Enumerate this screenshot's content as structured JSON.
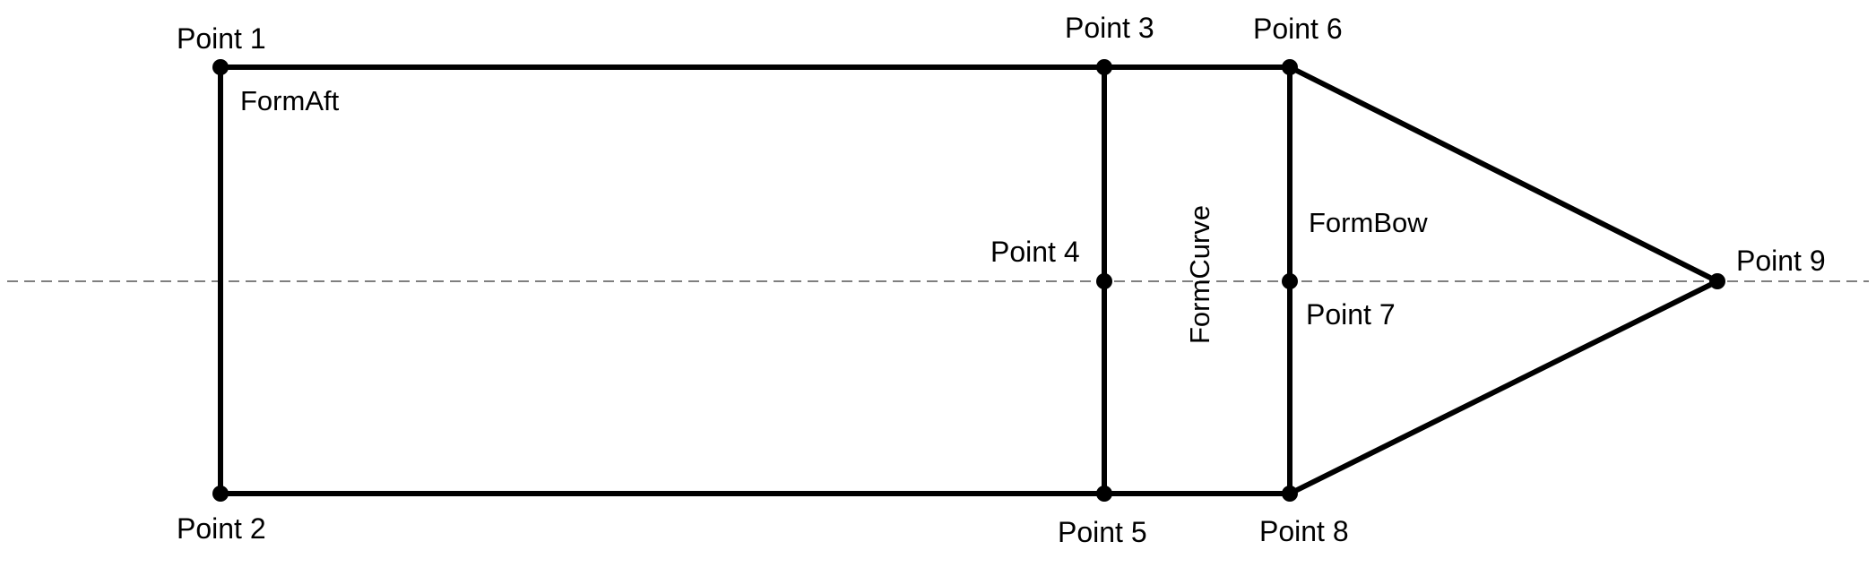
{
  "diagram": {
    "colors": {
      "line": "#000000",
      "centerline": "#555555",
      "background": "#ffffff"
    },
    "points": [
      {
        "id": "p1",
        "label": "Point 1"
      },
      {
        "id": "p2",
        "label": "Point 2"
      },
      {
        "id": "p3",
        "label": "Point 3"
      },
      {
        "id": "p4",
        "label": "Point 4"
      },
      {
        "id": "p5",
        "label": "Point 5"
      },
      {
        "id": "p6",
        "label": "Point 6"
      },
      {
        "id": "p7",
        "label": "Point 7"
      },
      {
        "id": "p8",
        "label": "Point 8"
      },
      {
        "id": "p9",
        "label": "Point 9"
      }
    ],
    "regions": [
      {
        "id": "form-aft",
        "label": "FormAft"
      },
      {
        "id": "form-curve",
        "label": "FormCurve"
      },
      {
        "id": "form-bow",
        "label": "FormBow"
      }
    ],
    "edges": [
      [
        "p1",
        "p3"
      ],
      [
        "p3",
        "p6"
      ],
      [
        "p2",
        "p5"
      ],
      [
        "p5",
        "p8"
      ],
      [
        "p1",
        "p2"
      ],
      [
        "p3",
        "p4"
      ],
      [
        "p4",
        "p5"
      ],
      [
        "p6",
        "p7"
      ],
      [
        "p7",
        "p8"
      ],
      [
        "p6",
        "p9"
      ],
      [
        "p8",
        "p9"
      ]
    ]
  }
}
